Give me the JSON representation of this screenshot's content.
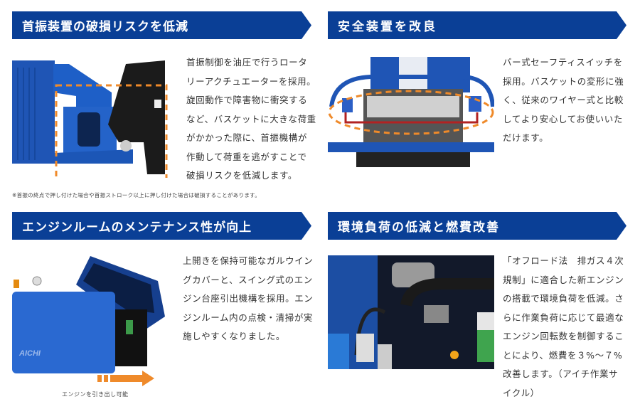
{
  "colors": {
    "banner_bg": "#0a3f96",
    "banner_text": "#ffffff",
    "accent_orange": "#ef8a2a",
    "body_text": "#333333"
  },
  "sections": [
    {
      "title": "首振装置の破損リスクを低減",
      "body": "首振制御を油圧で行うロータ\nリーアクチュエーターを採用。\n旋回動作で障害物に衝突する\nなど、バスケットに大きな荷重\nがかかった際に、首振機構が\n作動して荷重を逃がすことで\n破損リスクを低減します。",
      "note": "※首振の終点で押し付けた場合や首振ストローク以上に押し付けた場合は破損することがあります。",
      "image": "swing-mechanism-photo"
    },
    {
      "title": "安全装置を改良",
      "body": "バー式セーフティスイッチを\n採用。バスケットの変形に強\nく、従来のワイヤー式と比較\nしてより安心してお使いいた\nだけます。",
      "image": "safety-bar-switch-photo"
    },
    {
      "title": "エンジンルームのメンテナンス性が向上",
      "body": "上開きを保持可能なガルウイン\nグカバーと、スイング式のエン\nジン台座引出機構を採用。エン\nジンルーム内の点検・清掃が実\n施しやすくなりました。",
      "caption": "エンジンを引き出し可能",
      "image": "engine-room-gullwing-photo"
    },
    {
      "title": "環境負荷の低減と燃費改善",
      "body": "「オフロード法　排ガス４次\n規制」に適合した新エンジン\nの搭載で環境負荷を低減。さ\nらに作業負荷に応じて最適な\nエンジン回転数を制御するこ\nとにより、燃費を３%〜７%\n改善します。（アイチ作業サ\nイクル）",
      "image": "engine-photo"
    }
  ],
  "images": {
    "brand_logo_text": "AICHI"
  }
}
